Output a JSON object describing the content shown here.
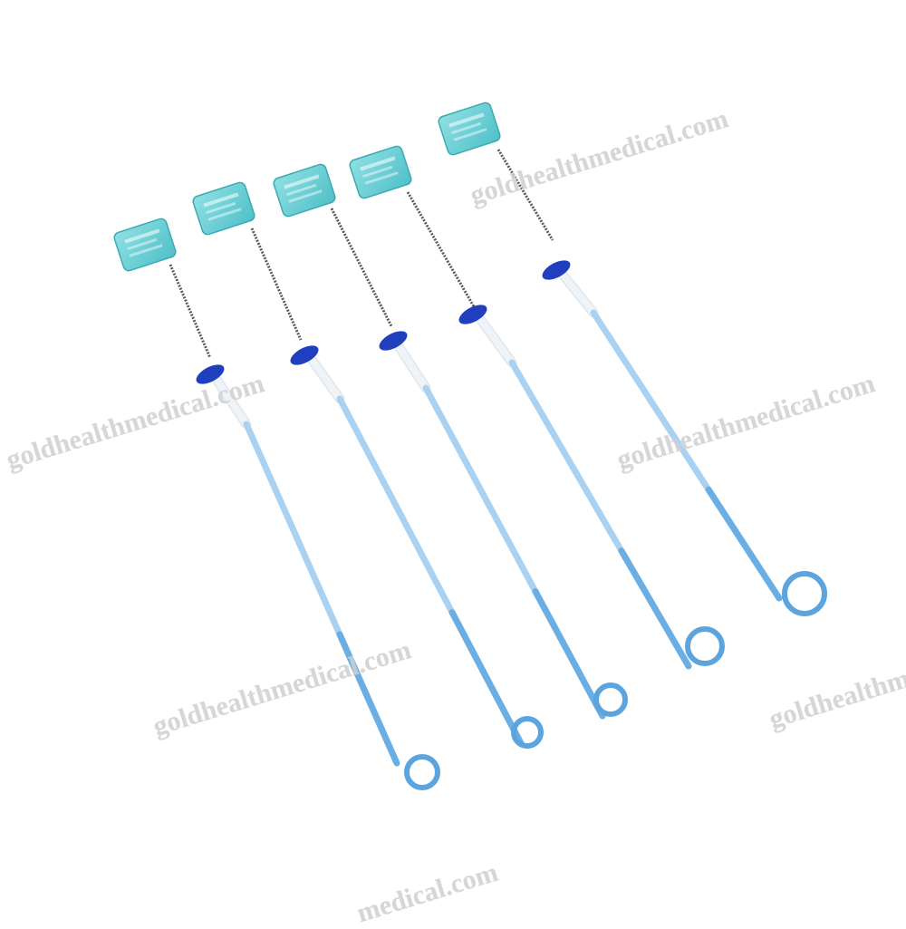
{
  "image": {
    "subject": "five pigtail drainage catheters",
    "catheter_count": 5,
    "background_color": "#ffffff",
    "colors": {
      "tube": "#a9d2f2",
      "tube_dark": "#6aaee3",
      "pigtail": "#5ba4de",
      "tag": "#6fd0d6",
      "clip": "#1f3fbf",
      "hub": "#eef3f7",
      "wire": "#5a5a5a"
    }
  },
  "watermarks": [
    {
      "text": "goldhealthmedical.com"
    },
    {
      "text": "goldhealthmedical.com"
    },
    {
      "text": "goldhealthmedical.com"
    },
    {
      "text": "goldhealthmedical.com"
    },
    {
      "text": "goldhealthme"
    },
    {
      "text": "medical.com"
    }
  ]
}
